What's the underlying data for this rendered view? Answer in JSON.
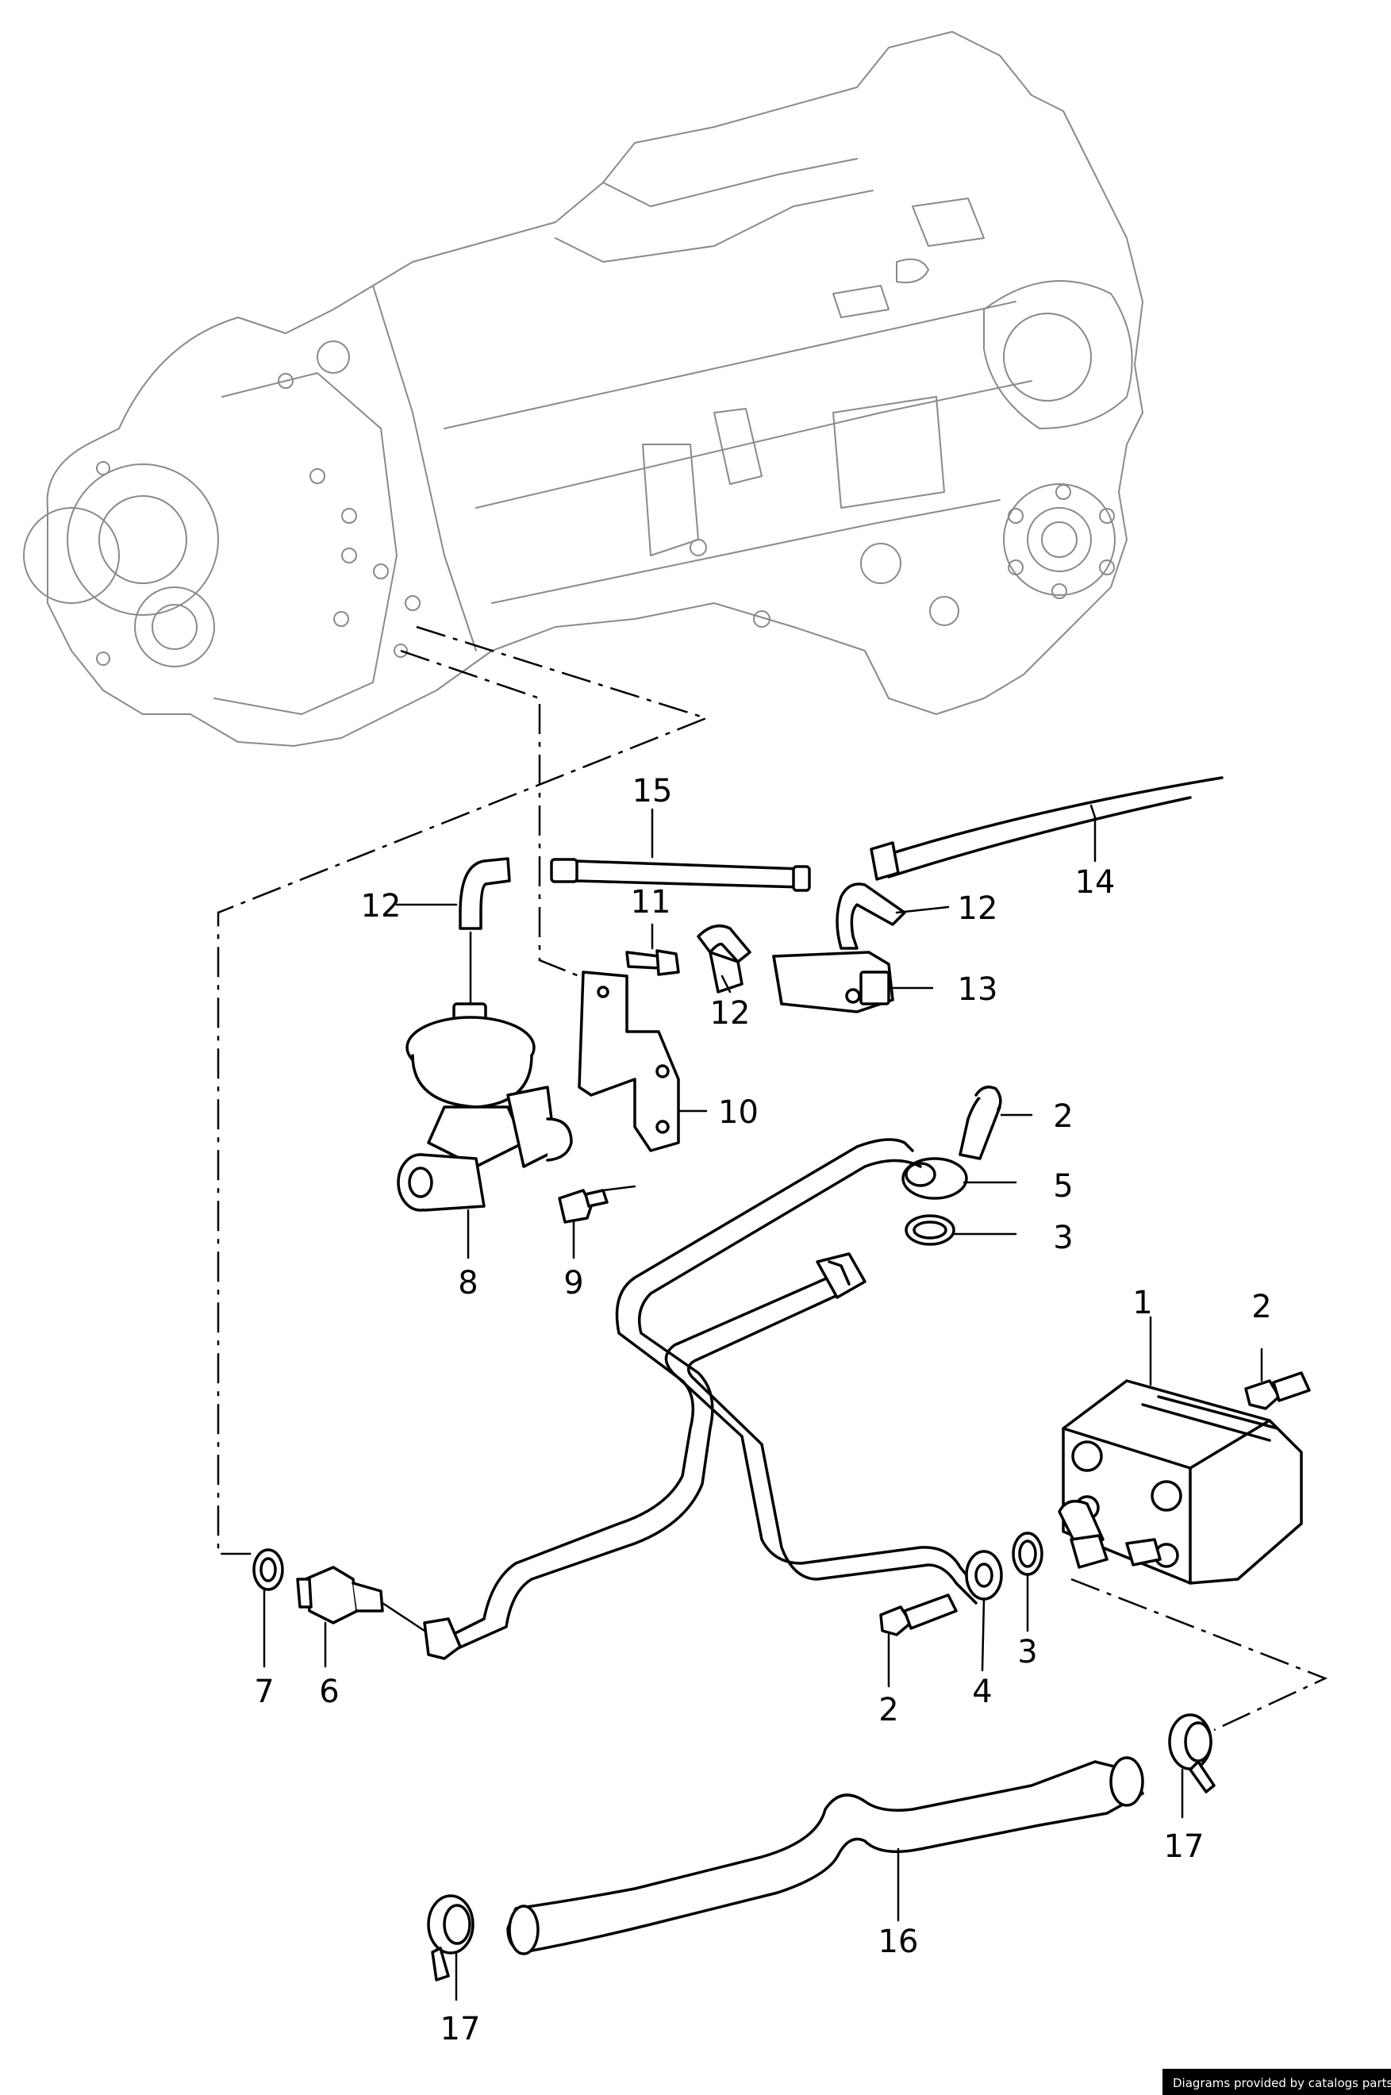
{
  "callouts": [
    {
      "id": "1",
      "label": "1"
    },
    {
      "id": "2a",
      "label": "2"
    },
    {
      "id": "2b",
      "label": "2"
    },
    {
      "id": "2c",
      "label": "2"
    },
    {
      "id": "3a",
      "label": "3"
    },
    {
      "id": "3b",
      "label": "3"
    },
    {
      "id": "4",
      "label": "4"
    },
    {
      "id": "5",
      "label": "5"
    },
    {
      "id": "6",
      "label": "6"
    },
    {
      "id": "7",
      "label": "7"
    },
    {
      "id": "8",
      "label": "8"
    },
    {
      "id": "9",
      "label": "9"
    },
    {
      "id": "10",
      "label": "10"
    },
    {
      "id": "11",
      "label": "11"
    },
    {
      "id": "12a",
      "label": "12"
    },
    {
      "id": "12b",
      "label": "12"
    },
    {
      "id": "12c",
      "label": "12"
    },
    {
      "id": "13",
      "label": "13"
    },
    {
      "id": "14",
      "label": "14"
    },
    {
      "id": "15",
      "label": "15"
    },
    {
      "id": "16",
      "label": "16"
    },
    {
      "id": "17a",
      "label": "17"
    },
    {
      "id": "17b",
      "label": "17"
    }
  ],
  "credit": "Diagrams provided by catalogs parts"
}
